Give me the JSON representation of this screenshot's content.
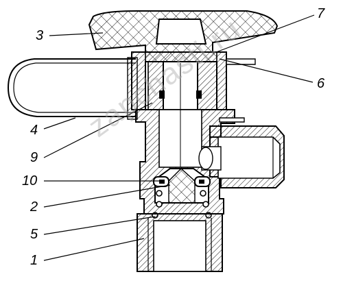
{
  "labels": {
    "l1": "1",
    "l2": "2",
    "l3": "3",
    "l4": "4",
    "l5": "5",
    "l6": "6",
    "l7": "7",
    "l9": "9",
    "l10": "10"
  },
  "watermark": "zapchasti.ru",
  "colors": {
    "ink": "#000000",
    "watermark": "#aaaaaa"
  }
}
